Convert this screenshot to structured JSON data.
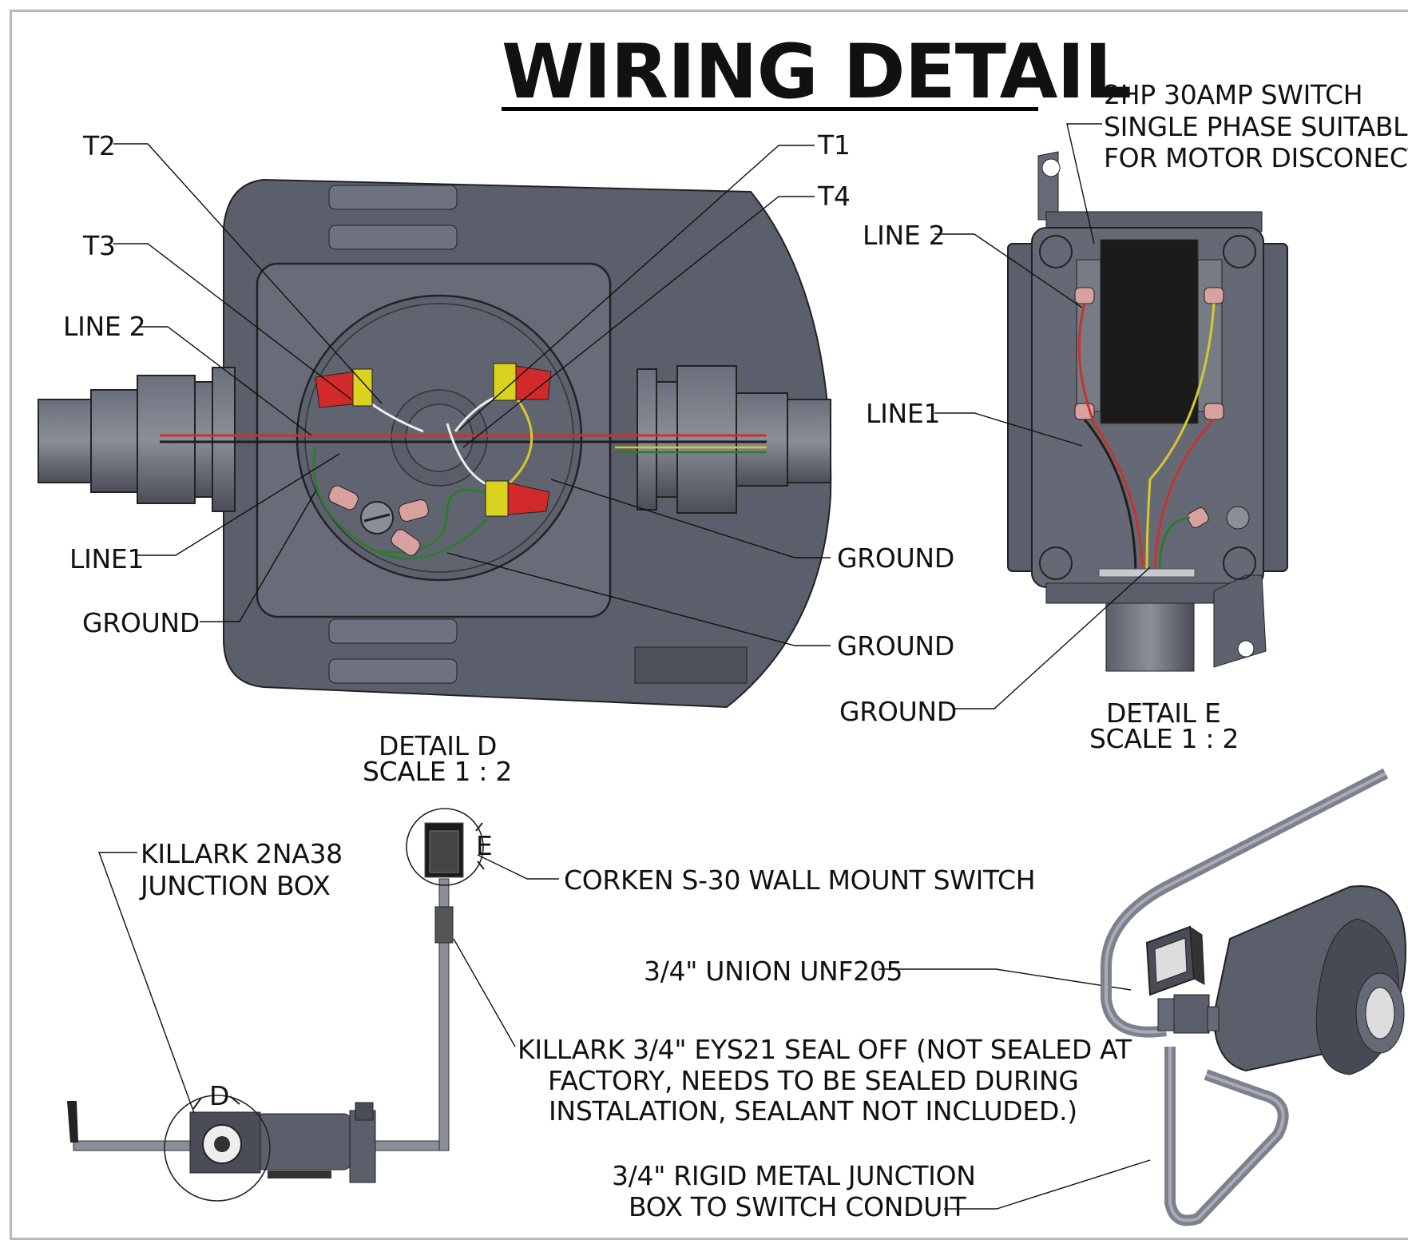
{
  "title": "WIRING DETAIL",
  "detail_d": {
    "labels": {
      "t2": "T2",
      "t3": "T3",
      "line2": "LINE 2",
      "line1": "LINE1",
      "ground_left": "GROUND",
      "t1": "T1",
      "t4": "T4",
      "ground_r1": "GROUND",
      "ground_r2": "GROUND"
    },
    "caption_name": "DETAIL D",
    "caption_scale": "SCALE 1 : 2"
  },
  "detail_e": {
    "switch_note": [
      "2HP 30AMP SWITCH",
      "SINGLE PHASE SUITABLE",
      "FOR MOTOR DISCONECT"
    ],
    "labels": {
      "line2": "LINE 2",
      "line1": "LINE1",
      "ground": "GROUND"
    },
    "caption_name": "DETAIL E",
    "caption_scale": "SCALE 1 : 2"
  },
  "assembly": {
    "junction_box": [
      "KILLARK 2NA38",
      "JUNCTION BOX"
    ],
    "marker_d": "D",
    "marker_e": "E",
    "wall_switch": "CORKEN S-30 WALL MOUNT SWITCH",
    "union": "3/4\" UNION UNF205",
    "seal_off": [
      "KILLARK 3/4\" EYS21 SEAL OFF (NOT SEALED AT",
      "FACTORY, NEEDS TO BE SEALED DURING",
      "INSTALATION, SEALANT NOT INCLUDED.)"
    ],
    "conduit": [
      "3/4\" RIGID METAL JUNCTION",
      "BOX TO SWITCH CONDUIT"
    ]
  },
  "colors": {
    "housing": "#5b5f6b",
    "housing_dark": "#3c3f48",
    "housing_light": "#7a7e8a",
    "wire_red": "#c8342c",
    "wire_yellow": "#d8c92a",
    "wire_green": "#2f7a2f",
    "connector_red": "#d22a2a",
    "connector_yellow": "#d9d21e",
    "terminal_pink": "#d9a0a0"
  }
}
